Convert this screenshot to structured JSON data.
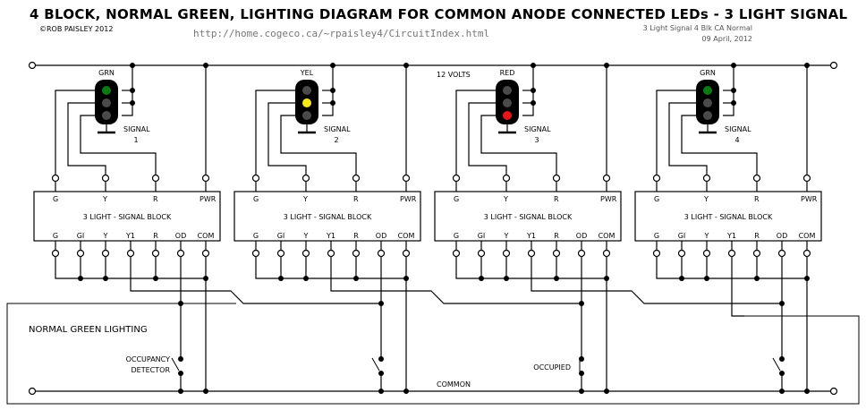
{
  "header": {
    "title": "4 BLOCK, NORMAL GREEN, LIGHTING DIAGRAM FOR COMMON ANODE CONNECTED LEDs - 3 LIGHT SIGNAL",
    "copyright": "©ROB PAISLEY 2012",
    "url": "http://home.cogeco.ca/~rpaisley4/CircuitIndex.html",
    "file_name": "3 Light Signal 4 Blk CA Normal",
    "date": "09 April, 2012"
  },
  "rails": {
    "top_label": "12 VOLTS",
    "bottom_label": "COMMON"
  },
  "mode_label": "NORMAL GREEN LIGHTING",
  "colors": {
    "green": "#0a7a12",
    "yellow": "#f6e81a",
    "red": "#e8141a",
    "off": "#4a4a4a",
    "head": "#000000"
  },
  "block_module": {
    "title": "3 LIGHT - SIGNAL BLOCK",
    "top_pins": [
      "G",
      "Y",
      "R",
      "PWR"
    ],
    "bottom_pins": [
      "G",
      "GI",
      "Y",
      "Y1",
      "R",
      "OD",
      "COM"
    ]
  },
  "signals": [
    {
      "name": "SIGNAL",
      "number": "1",
      "aspect": "GRN",
      "lit": "green"
    },
    {
      "name": "SIGNAL",
      "number": "2",
      "aspect": "YEL",
      "lit": "yellow"
    },
    {
      "name": "SIGNAL",
      "number": "3",
      "aspect": "RED",
      "lit": "red"
    },
    {
      "name": "SIGNAL",
      "number": "4",
      "aspect": "GRN",
      "lit": "green"
    }
  ],
  "detectors": [
    {
      "label_line1": "OCCUPANCY",
      "label_line2": "DETECTOR",
      "state": "open"
    },
    {
      "label_line1": "",
      "label_line2": "",
      "state": "open"
    },
    {
      "label_line1": "OCCUPIED",
      "label_line2": "",
      "state": "closed"
    },
    {
      "label_line1": "",
      "label_line2": "",
      "state": "open"
    }
  ]
}
